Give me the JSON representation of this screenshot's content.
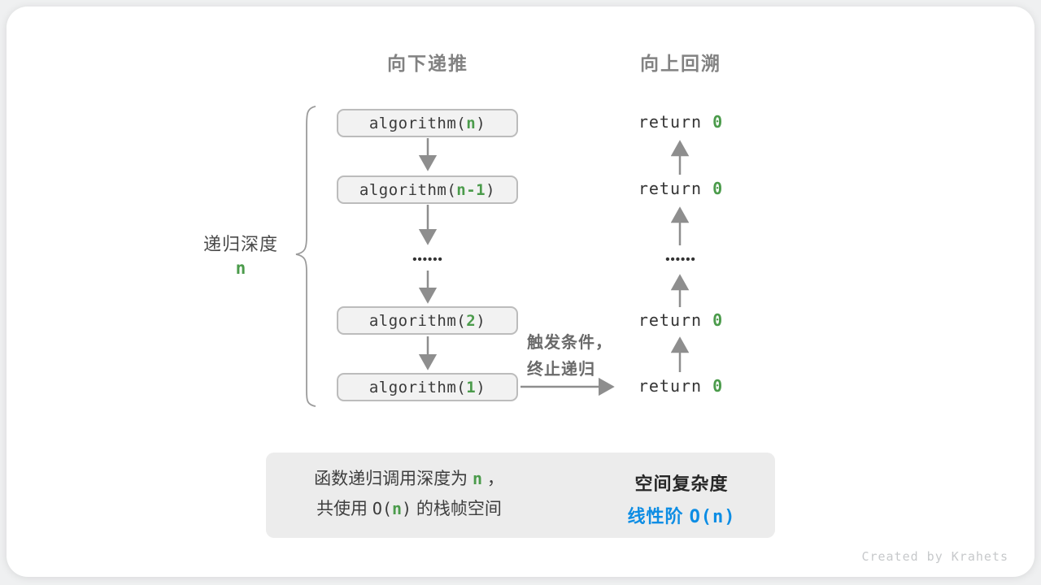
{
  "headers": {
    "descend": "向下递推",
    "backtrack": "向上回溯"
  },
  "depth_label": {
    "text": "递归深度",
    "value": "n"
  },
  "left_column": {
    "boxes": [
      {
        "pre": "algorithm(",
        "arg": "n",
        "post": ")"
      },
      {
        "pre": "algorithm(",
        "arg": "n-1",
        "post": ")"
      },
      {
        "pre": "algorithm(",
        "arg": "2",
        "post": ")"
      },
      {
        "pre": "algorithm(",
        "arg": "1",
        "post": ")"
      }
    ],
    "ellipsis": "••••••"
  },
  "right_column": {
    "returns": [
      {
        "pre": "return ",
        "val": "0"
      },
      {
        "pre": "return ",
        "val": "0"
      },
      {
        "pre": "return ",
        "val": "0"
      },
      {
        "pre": "return ",
        "val": "0"
      }
    ],
    "ellipsis": "••••••"
  },
  "base_case_note": {
    "line1": "触发条件，",
    "line2": "终止递归"
  },
  "summary": {
    "left": {
      "l1a": "函数递归调用深度为 ",
      "l1n": "n",
      "l1b": " ，",
      "l2a": "共使用 ",
      "l2code_pre": "O(",
      "l2n": "n",
      "l2code_post": ")",
      "l2b": " 的栈帧空间"
    },
    "right": {
      "title": "空间复杂度",
      "result_label": "线性阶 ",
      "result_code": "O(n)"
    }
  },
  "credit": "Created by Krahets",
  "colors": {
    "green": "#4b9b4b",
    "blue": "#0d8de4",
    "arrow_gray": "#8e8e8e",
    "block_arrow_gray": "#c4c4c4"
  }
}
